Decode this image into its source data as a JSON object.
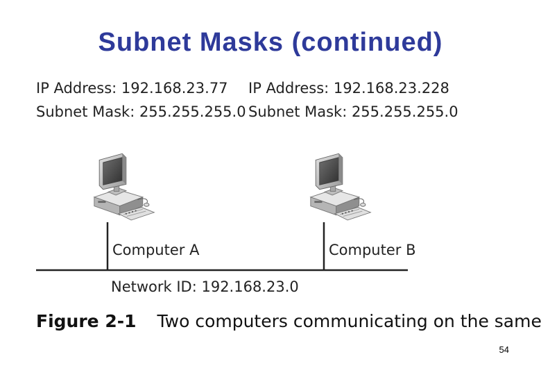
{
  "slide": {
    "title": "Subnet Masks (continued)",
    "page_number": "54"
  },
  "diagram": {
    "computer_a": {
      "ip_line": "IP Address: 192.168.23.77",
      "mask_line": "Subnet Mask: 255.255.255.0",
      "label": "Computer A"
    },
    "computer_b": {
      "ip_line": "IP Address: 192.168.23.228",
      "mask_line": "Subnet Mask: 255.255.255.0",
      "label": "Computer B"
    },
    "network_id": "Network ID: 192.168.23.0",
    "icon": "desktop-computer-icon"
  },
  "caption": {
    "number": "Figure 2-1",
    "text": "Two computers communicating on the same network"
  }
}
